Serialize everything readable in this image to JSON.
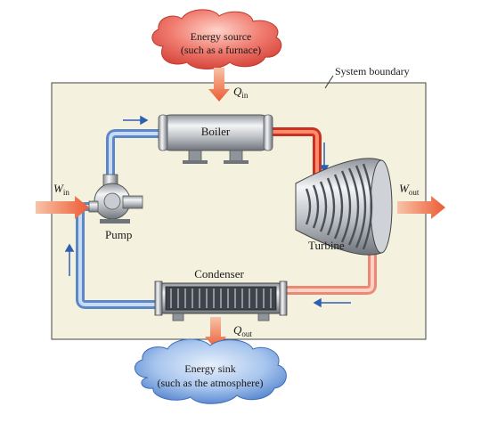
{
  "source": {
    "line1": "Energy source",
    "line2": "(such as a furnace)"
  },
  "boundary_label": "System boundary",
  "q_in": {
    "symbol": "Q",
    "sub": "in"
  },
  "boiler": "Boiler",
  "w_in": {
    "symbol": "W",
    "sub": "in"
  },
  "w_out": {
    "symbol": "W",
    "sub": "out"
  },
  "pump": "Pump",
  "turbine": "Turbine",
  "condenser": "Condenser",
  "q_out": {
    "symbol": "Q",
    "sub": "out"
  },
  "sink": {
    "line1": "Energy sink",
    "line2": "(such as the atmosphere)"
  },
  "colors": {
    "cloud_red": "#e8584f",
    "cloud_blue": "#5b8fd6",
    "hot_pipe": "#e8432f",
    "cold_pipe": "#7ea3d6",
    "boundary_fill": "#f4f2df",
    "arrow": "#ef6a45"
  }
}
